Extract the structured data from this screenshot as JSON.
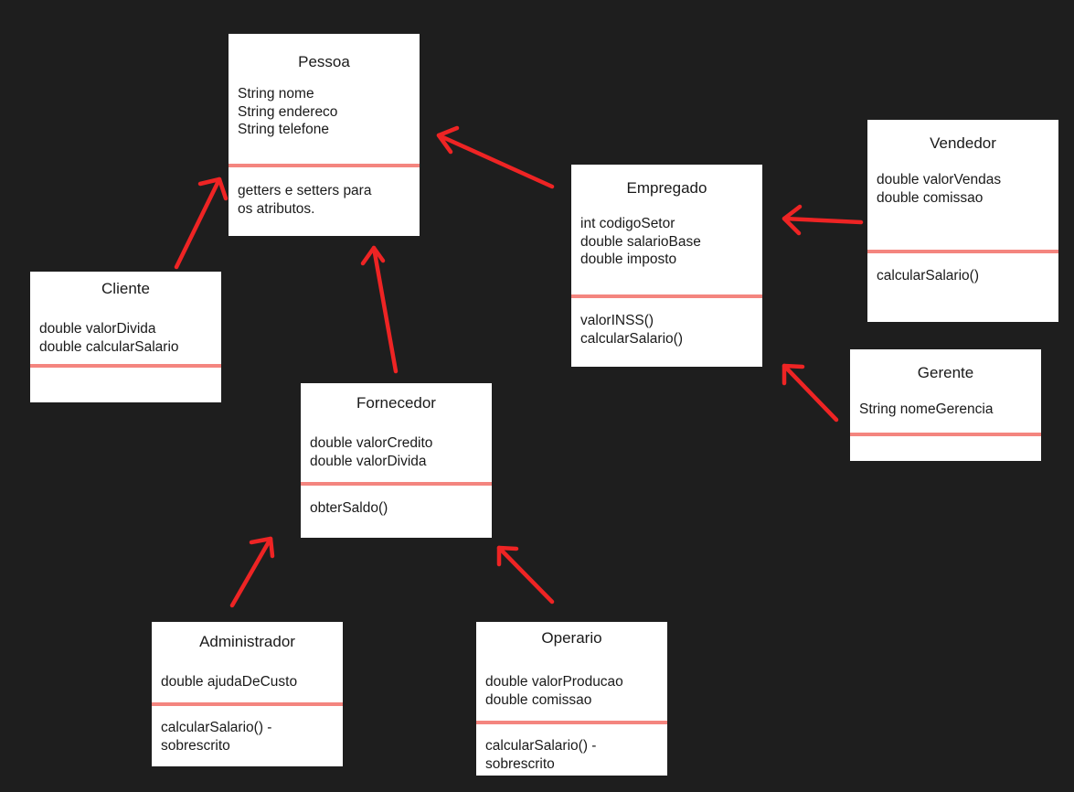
{
  "diagram": {
    "colors": {
      "background": "#1e1e1e",
      "box": "#ffffff",
      "separator": "#f4857f",
      "arrow": "#ee2424"
    },
    "classes": {
      "pessoa": {
        "name": "Pessoa",
        "attributes": [
          "String nome",
          "String endereco",
          "String telefone"
        ],
        "methods": [
          "getters e setters para",
          "os atributos."
        ]
      },
      "cliente": {
        "name": "Cliente",
        "attributes": [
          "double valorDivida",
          "double calcularSalario"
        ],
        "methods": []
      },
      "fornecedor": {
        "name": "Fornecedor",
        "attributes": [
          "double valorCredito",
          "double valorDivida"
        ],
        "methods": [
          "obterSaldo()"
        ]
      },
      "empregado": {
        "name": "Empregado",
        "attributes": [
          "int codigoSetor",
          "double salarioBase",
          "double imposto"
        ],
        "methods": [
          "valorINSS()",
          "calcularSalario()"
        ]
      },
      "vendedor": {
        "name": "Vendedor",
        "attributes": [
          "double valorVendas",
          "double comissao"
        ],
        "methods": [
          "calcularSalario()"
        ]
      },
      "gerente": {
        "name": "Gerente",
        "attributes": [
          "String nomeGerencia"
        ],
        "methods": []
      },
      "administrador": {
        "name": "Administrador",
        "attributes": [
          "double ajudaDeCusto"
        ],
        "methods": [
          "calcularSalario() -",
          "sobrescrito"
        ]
      },
      "operario": {
        "name": "Operario",
        "attributes": [
          "double valorProducao",
          "double comissao"
        ],
        "methods": [
          "calcularSalario() -",
          "sobrescrito"
        ]
      }
    },
    "relations": [
      {
        "from": "Cliente",
        "to": "Pessoa",
        "type": "inheritance"
      },
      {
        "from": "Fornecedor",
        "to": "Pessoa",
        "type": "inheritance"
      },
      {
        "from": "Empregado",
        "to": "Pessoa",
        "type": "inheritance"
      },
      {
        "from": "Vendedor",
        "to": "Empregado",
        "type": "inheritance"
      },
      {
        "from": "Gerente",
        "to": "Empregado",
        "type": "inheritance"
      },
      {
        "from": "Administrador",
        "to": "Fornecedor",
        "type": "inheritance"
      },
      {
        "from": "Operario",
        "to": "Fornecedor",
        "type": "inheritance"
      }
    ]
  }
}
